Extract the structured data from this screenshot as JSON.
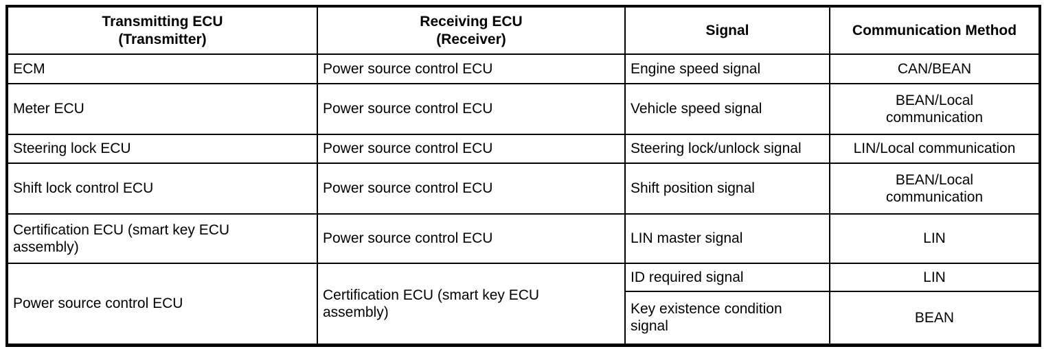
{
  "table": {
    "headers": [
      "Transmitting ECU\n(Transmitter)",
      "Receiving ECU\n(Receiver)",
      "Signal",
      "Communication Method"
    ],
    "rows": [
      {
        "transmitter": "ECM",
        "receiver": "Power source control ECU",
        "signal": "Engine speed signal",
        "method": "CAN/BEAN"
      },
      {
        "transmitter": "Meter ECU",
        "receiver": "Power source control ECU",
        "signal": "Vehicle speed signal",
        "method": "BEAN/Local\ncommunication"
      },
      {
        "transmitter": "Steering lock ECU",
        "receiver": "Power source control ECU",
        "signal": "Steering lock/unlock signal",
        "method": "LIN/Local communication"
      },
      {
        "transmitter": "Shift lock control ECU",
        "receiver": "Power source control ECU",
        "signal": "Shift position signal",
        "method": "BEAN/Local\ncommunication"
      },
      {
        "transmitter": "Certification ECU (smart key ECU\nassembly)",
        "receiver": "Power source control ECU",
        "signal": "LIN master signal",
        "method": "LIN"
      }
    ],
    "merged_row": {
      "transmitter": "Power source control ECU",
      "receiver": "Certification ECU (smart key ECU\nassembly)",
      "signals": [
        {
          "signal": "ID required signal",
          "method": "LIN"
        },
        {
          "signal": "Key existence condition\nsignal",
          "method": "BEAN"
        }
      ]
    },
    "colors": {
      "border": "#000000",
      "text": "#000000",
      "background": "#ffffff"
    }
  }
}
